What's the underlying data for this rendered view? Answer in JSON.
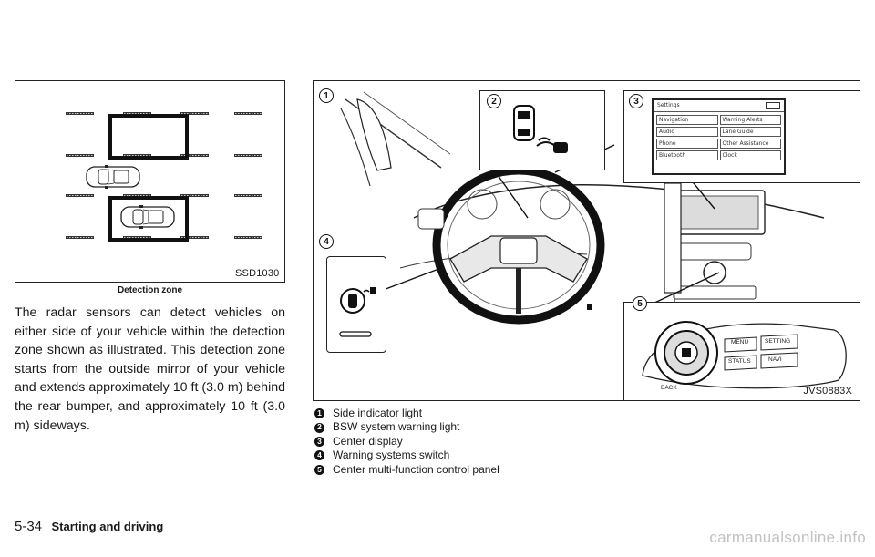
{
  "figure1": {
    "code": "SSD1030",
    "caption": "Detection zone"
  },
  "body_paragraph": "The radar sensors can detect vehicles on either side of your vehicle within the detection zone shown as illustrated. This detection zone starts from the outside mirror of your vehicle and extends approximately 10 ft (3.0 m) behind the rear bumper, and approximately 10 ft (3.0 m) sideways.",
  "figure2": {
    "code": "JVS0883X",
    "callouts": [
      "1",
      "2",
      "3",
      "4",
      "5"
    ],
    "display_menu": [
      [
        "Navigation",
        "Warning Alerts"
      ],
      [
        "Audio",
        "Lane Guide"
      ],
      [
        "Phone",
        "Other Assistance"
      ],
      [
        "Bluetooth",
        "Clock"
      ]
    ],
    "display_title": "Settings",
    "panel_buttons": [
      "MENU",
      "STATUS",
      "SETTING",
      "NAVI",
      "BACK"
    ]
  },
  "legend": [
    {
      "num": "1",
      "text": "Side indicator light"
    },
    {
      "num": "2",
      "text": "BSW system warning light"
    },
    {
      "num": "3",
      "text": "Center display"
    },
    {
      "num": "4",
      "text": "Warning systems switch"
    },
    {
      "num": "5",
      "text": "Center multi-function control panel"
    }
  ],
  "footer": {
    "page_number": "5-34",
    "section_title": "Starting and driving"
  },
  "watermark": "carmanualsonline.info"
}
